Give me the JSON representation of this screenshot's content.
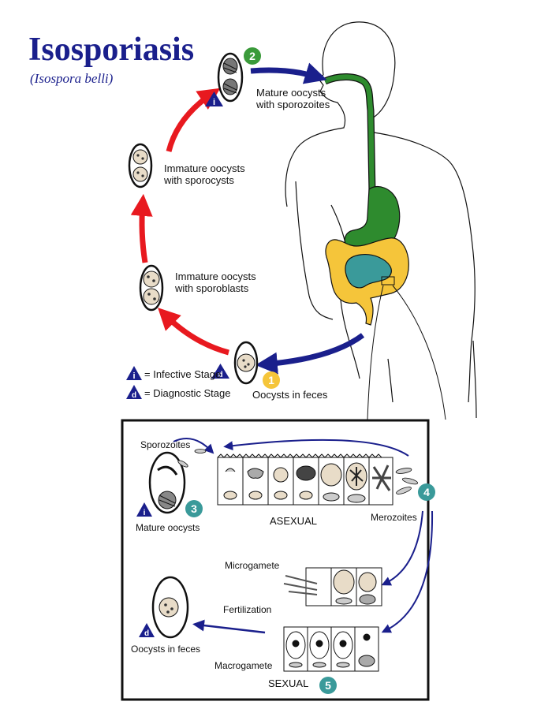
{
  "title": "Isosporiasis",
  "subtitle": "(Isospora belli)",
  "colors": {
    "title": "#1a1f8c",
    "arrow_red": "#e8191f",
    "arrow_blue": "#1a1f8c",
    "digestive_green": "#2e8b2e",
    "colon_yellow": "#f5c53a",
    "intestine_teal": "#3a9a9a",
    "step_green": "#3a9a3a",
    "step_yellow": "#f5c53a",
    "step_teal": "#3a9a9a",
    "oocyst_fill": "#e8dcc8"
  },
  "cycle": {
    "step2": {
      "number": "2",
      "label_line1": "Mature oocysts",
      "label_line2": "with sporozoites"
    },
    "immature_sporocysts": {
      "label_line1": "Immature oocysts",
      "label_line2": "with sporocysts"
    },
    "immature_sporoblasts": {
      "label_line1": "Immature oocysts",
      "label_line2": "with sporoblasts"
    },
    "step1": {
      "number": "1",
      "label": "Oocysts in feces"
    }
  },
  "legend": {
    "infective": {
      "letter": "i",
      "text": "= Infective Stage"
    },
    "diagnostic": {
      "letter": "d",
      "text": "= Diagnostic Stage"
    }
  },
  "inset": {
    "sporozoites": "Sporozoites",
    "mature_oocysts": "Mature oocysts",
    "step3": "3",
    "asexual": "ASEXUAL",
    "merozoites": "Merozoites",
    "step4": "4",
    "microgamete": "Microgamete",
    "fertilization": "Fertilization",
    "macrogamete": "Macrogamete",
    "sexual": "SEXUAL",
    "step5": "5",
    "oocysts_in_feces": "Oocysts in feces",
    "badge_i": "i",
    "badge_d": "d"
  }
}
